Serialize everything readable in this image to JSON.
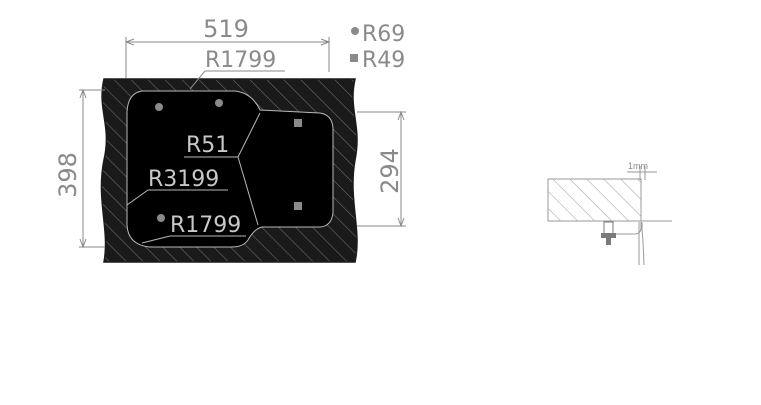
{
  "drawing": {
    "width_label": "519",
    "height_label": "398",
    "inner_height_label": "294",
    "radius_top": "R1799",
    "radius_inner": "R51",
    "radius_left": "R3199",
    "radius_bottom": "R1799"
  },
  "legend": {
    "round_hole": "R69",
    "square_hole": "R49"
  },
  "detail": {
    "gap_label": "1mm"
  },
  "colors": {
    "outline": "#1a1a1a",
    "dimension": "#8a8a8a",
    "detail_line": "#9a9a9a"
  }
}
